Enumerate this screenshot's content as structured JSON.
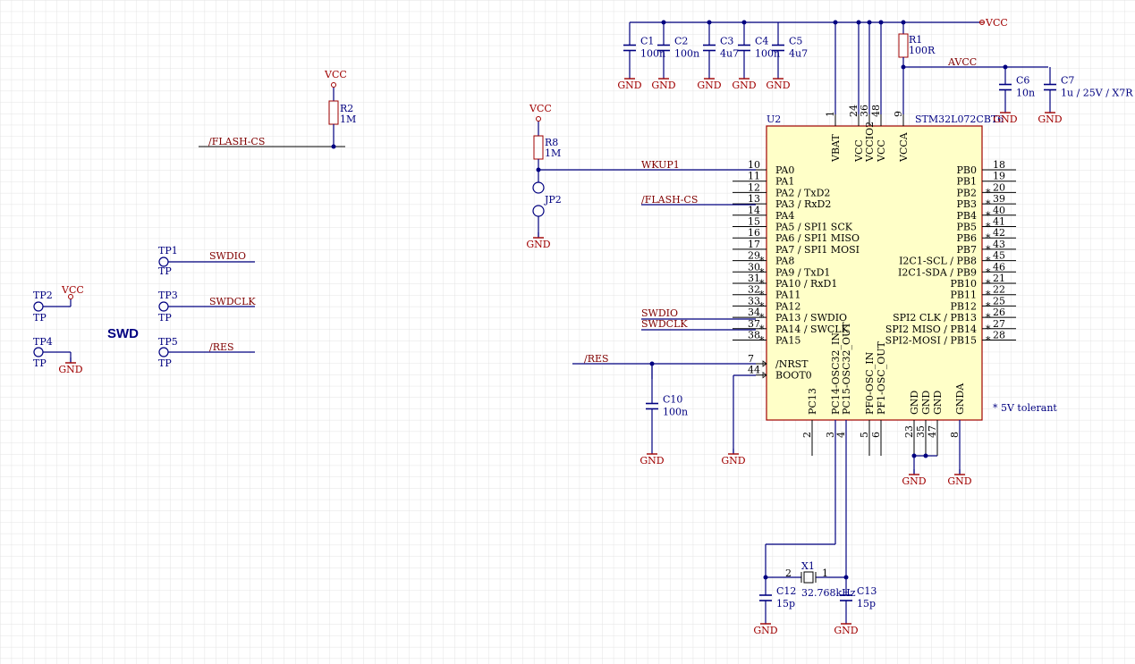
{
  "colors": {
    "wire": "#000080",
    "power": "#a00000",
    "ic_fill": "#ffffc8",
    "grid": "#e3e3e3"
  },
  "title": "SWD",
  "power": {
    "vcc": "VCC",
    "gnd": "GND",
    "avcc": "AVCC"
  },
  "ic": {
    "ref": "U2",
    "part": "STM32L072CBT6",
    "note": "* 5V tolerant",
    "top_pins": [
      {
        "name": "VBAT",
        "num": "1"
      },
      {
        "name": "VCC",
        "num": "24"
      },
      {
        "name": "VCCIO2",
        "num": "36"
      },
      {
        "name": "VCC",
        "num": "48"
      },
      {
        "name": "VCCA",
        "num": "9"
      }
    ],
    "bottom_pins": [
      {
        "name": "PC13",
        "num": "2"
      },
      {
        "name": "PC14-OSC32_IN",
        "num": "3"
      },
      {
        "name": "PC15-OSC32_OUT",
        "num": "4"
      },
      {
        "name": "PF0-OSC_IN",
        "num": "5"
      },
      {
        "name": "PF1-OSC_OUT",
        "num": "6"
      },
      {
        "name": "GND",
        "num": "23"
      },
      {
        "name": "GND",
        "num": "35"
      },
      {
        "name": "GND",
        "num": "47"
      },
      {
        "name": "GNDA",
        "num": "8"
      }
    ],
    "left_pins": [
      {
        "name": "PA0",
        "num": "10",
        "star": ""
      },
      {
        "name": "PA1",
        "num": "11",
        "star": ""
      },
      {
        "name": "PA2 / TxD2",
        "num": "12",
        "star": ""
      },
      {
        "name": "PA3 / RxD2",
        "num": "13",
        "star": ""
      },
      {
        "name": "PA4",
        "num": "14",
        "star": ""
      },
      {
        "name": "PA5 / SPI1 SCK",
        "num": "15",
        "star": ""
      },
      {
        "name": "PA6 / SPI1 MISO",
        "num": "16",
        "star": ""
      },
      {
        "name": "PA7 / SPI1 MOSI",
        "num": "17",
        "star": ""
      },
      {
        "name": "PA8",
        "num": "29",
        "star": "*"
      },
      {
        "name": "PA9 /   TxD1",
        "num": "30",
        "star": "*"
      },
      {
        "name": "PA10 / RxD1",
        "num": "31",
        "star": "*"
      },
      {
        "name": "PA11",
        "num": "32",
        "star": "*"
      },
      {
        "name": "PA12",
        "num": "33",
        "star": "*"
      },
      {
        "name": "PA13 / SWDIO",
        "num": "34",
        "star": "*"
      },
      {
        "name": "PA14 / SWCLK",
        "num": "37",
        "star": "*"
      },
      {
        "name": "PA15",
        "num": "38",
        "star": "*"
      }
    ],
    "left_ctrl": [
      {
        "name": "/NRST",
        "num": "7"
      },
      {
        "name": "BOOT0",
        "num": "44"
      }
    ],
    "right_pins": [
      {
        "name": "PB0",
        "num": "18",
        "star": ""
      },
      {
        "name": "PB1",
        "num": "19",
        "star": ""
      },
      {
        "name": "PB2",
        "num": "20",
        "star": "*"
      },
      {
        "name": "PB3",
        "num": "39",
        "star": "*"
      },
      {
        "name": "PB4",
        "num": "40",
        "star": "*"
      },
      {
        "name": "PB5",
        "num": "41",
        "star": "*"
      },
      {
        "name": "PB6",
        "num": "42",
        "star": "*"
      },
      {
        "name": "PB7",
        "num": "43",
        "star": "*"
      },
      {
        "name": "I2C1-SCL / PB8",
        "num": "45",
        "star": "*"
      },
      {
        "name": "I2C1-SDA / PB9",
        "num": "46",
        "star": "*"
      },
      {
        "name": "PB10",
        "num": "21",
        "star": "*"
      },
      {
        "name": "PB11",
        "num": "22",
        "star": "*"
      },
      {
        "name": "PB12",
        "num": "25",
        "star": "*"
      },
      {
        "name": "SPI2 CLK / PB13",
        "num": "26",
        "star": "*"
      },
      {
        "name": "SPI2 MISO / PB14",
        "num": "27",
        "star": "*"
      },
      {
        "name": "SPI2-MOSI / PB15",
        "num": "28",
        "star": "*"
      }
    ]
  },
  "caps": [
    {
      "ref": "C1",
      "value": "100n"
    },
    {
      "ref": "C2",
      "value": "100n"
    },
    {
      "ref": "C3",
      "value": "4u7"
    },
    {
      "ref": "C4",
      "value": "100n"
    },
    {
      "ref": "C5",
      "value": "4u7"
    },
    {
      "ref": "C6",
      "value": "10n"
    },
    {
      "ref": "C7",
      "value": "1u / 25V / X7R"
    },
    {
      "ref": "C10",
      "value": "100n"
    },
    {
      "ref": "C12",
      "value": "15p"
    },
    {
      "ref": "C13",
      "value": "15p"
    }
  ],
  "resistors": [
    {
      "ref": "R1",
      "value": "100R"
    },
    {
      "ref": "R2",
      "value": "1M"
    },
    {
      "ref": "R8",
      "value": "1M"
    }
  ],
  "crystal": {
    "ref": "X1",
    "value": "32.768kHz",
    "pin1": "1",
    "pin2": "2"
  },
  "jumper": {
    "ref": "JP2"
  },
  "nets": {
    "flash_cs": "/FLASH-CS",
    "wkup": "WKUP1",
    "swdio": "SWDIO",
    "swdclk": "SWDCLK",
    "res": "/RES"
  },
  "testpoints": [
    {
      "ref": "TP1",
      "value": "TP"
    },
    {
      "ref": "TP2",
      "value": "TP"
    },
    {
      "ref": "TP3",
      "value": "TP"
    },
    {
      "ref": "TP4",
      "value": "TP"
    },
    {
      "ref": "TP5",
      "value": "TP"
    }
  ]
}
